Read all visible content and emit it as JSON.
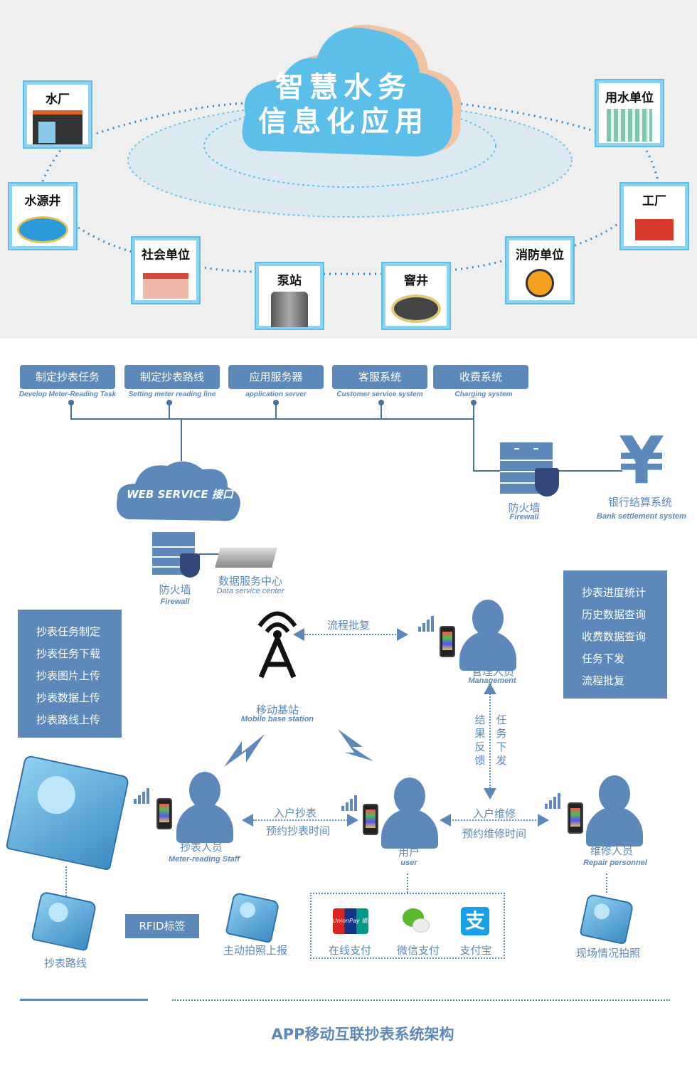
{
  "top": {
    "cloud_title_line1": "智慧水务",
    "cloud_title_line2": "信息化应用",
    "nodes": [
      {
        "label": "水厂",
        "icon": "water-plant-icon"
      },
      {
        "label": "用水单位",
        "icon": "office-building-icon"
      },
      {
        "label": "水源井",
        "icon": "water-well-icon"
      },
      {
        "label": "工厂",
        "icon": "factory-icon"
      },
      {
        "label": "社会单位",
        "icon": "public-building-icon"
      },
      {
        "label": "泵站",
        "icon": "pump-station-icon"
      },
      {
        "label": "窨井",
        "icon": "manhole-icon"
      },
      {
        "label": "消防单位",
        "icon": "firefighter-icon"
      }
    ]
  },
  "systems": [
    {
      "cn": "制定抄表任务",
      "en": "Develop Meter-Reading Task"
    },
    {
      "cn": "制定抄表路线",
      "en": "Setting meter reading line"
    },
    {
      "cn": "应用服务器",
      "en": "application server"
    },
    {
      "cn": "客服系统",
      "en": "Customer service system"
    },
    {
      "cn": "收费系统",
      "en": "Charging system"
    }
  ],
  "web_service": "WEB SERVICE 接口",
  "firewall_right": {
    "cn": "防火墙",
    "en": "Firewall"
  },
  "bank": {
    "cn": "银行结算系统",
    "en": "Bank settlement system"
  },
  "firewall_left": {
    "cn": "防火墙",
    "en": "Firewall"
  },
  "data_center": {
    "cn": "数据服务中心",
    "en": "Data service center"
  },
  "left_panel": [
    "抄表任务制定",
    "抄表任务下载",
    "抄表图片上传",
    "抄表数据上传",
    "抄表路线上传"
  ],
  "right_panel": [
    "抄表进度统计",
    "历史数据查询",
    "收费数据查询",
    "任务下发",
    "流程批复"
  ],
  "base_station": {
    "cn": "移动基站",
    "en": "Mobile base station"
  },
  "flow_approval": "流程批复",
  "management": {
    "cn": "管理人员",
    "en": "Management"
  },
  "vertical_left": "结果反馈",
  "vertical_right": "任务下发",
  "meter_staff": {
    "cn": "抄表人员",
    "en": "Meter-reading Staff"
  },
  "user": {
    "cn": "用户",
    "en": "user"
  },
  "repair": {
    "cn": "维修人员",
    "en": "Repair personnel"
  },
  "link_left": {
    "top": "入户抄表",
    "bottom": "预约抄表时间"
  },
  "link_right": {
    "top": "入户维修",
    "bottom": "预约维修时间"
  },
  "bottom": {
    "route": "抄表路线",
    "rfid": "RFID标签",
    "photo_report": "主动拍照上报",
    "payments": [
      {
        "label": "在线支付",
        "icon": "unionpay-icon",
        "logo": "UnionPay 银联"
      },
      {
        "label": "微信支付",
        "icon": "wechat-icon"
      },
      {
        "label": "支付宝",
        "icon": "alipay-icon",
        "logo": "支"
      }
    ],
    "site_photo": "现场情况拍照"
  },
  "footer_title": "APP移动互联抄表系统架构",
  "colors": {
    "primary": "#5d88ba",
    "line": "#4a6fa5",
    "cloud": "#5bbfea",
    "cloud_shadow": "#f2c3a0",
    "top_bg": "#efefef"
  }
}
